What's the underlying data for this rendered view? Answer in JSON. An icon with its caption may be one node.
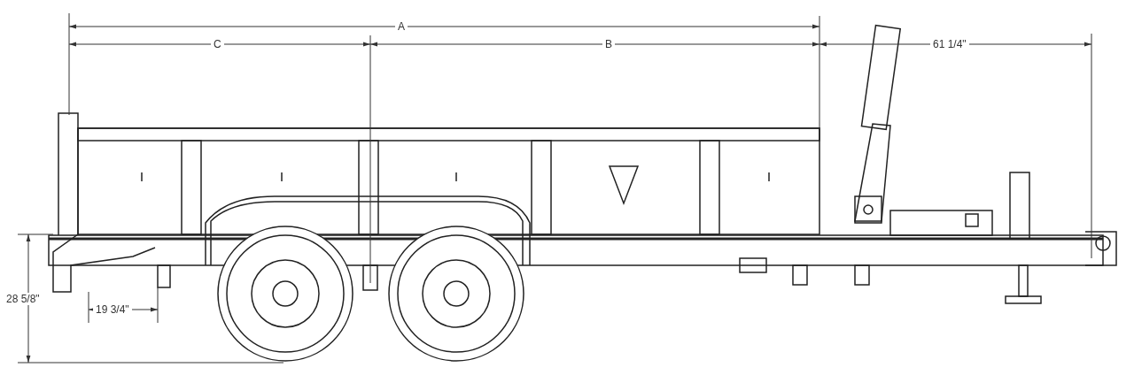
{
  "diagram": {
    "labels": [
      "A",
      "C",
      "B",
      "61 1/4\"",
      "28 5/8\"",
      "19 3/4\""
    ]
  }
}
